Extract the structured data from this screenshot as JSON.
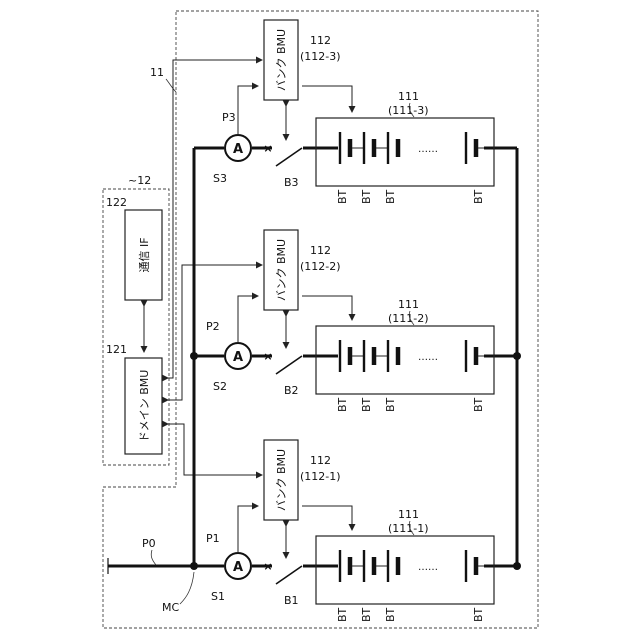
{
  "labels": {
    "unit11": "11",
    "unit12": "~12",
    "comm_if_ref": "122",
    "comm_if": "通信 IF",
    "domain_bmu_ref": "121",
    "domain_bmu": "ドメイン BMU",
    "bank_bmu": "バンク BMU",
    "bank_bmu_ref": "112",
    "battery_ref": "111",
    "cell": "BT",
    "dots": "……",
    "ammeter": "A",
    "mc": "MC",
    "p0": "P0"
  },
  "banks": [
    {
      "bmu_sub": "(112-1)",
      "bat_sub": "(111-1)",
      "sensor": "S1",
      "point": "P1",
      "breaker": "B1"
    },
    {
      "bmu_sub": "(112-2)",
      "bat_sub": "(111-2)",
      "sensor": "S2",
      "point": "P2",
      "breaker": "B2"
    },
    {
      "bmu_sub": "(112-3)",
      "bat_sub": "(111-3)",
      "sensor": "S3",
      "point": "P3",
      "breaker": "B3"
    }
  ]
}
